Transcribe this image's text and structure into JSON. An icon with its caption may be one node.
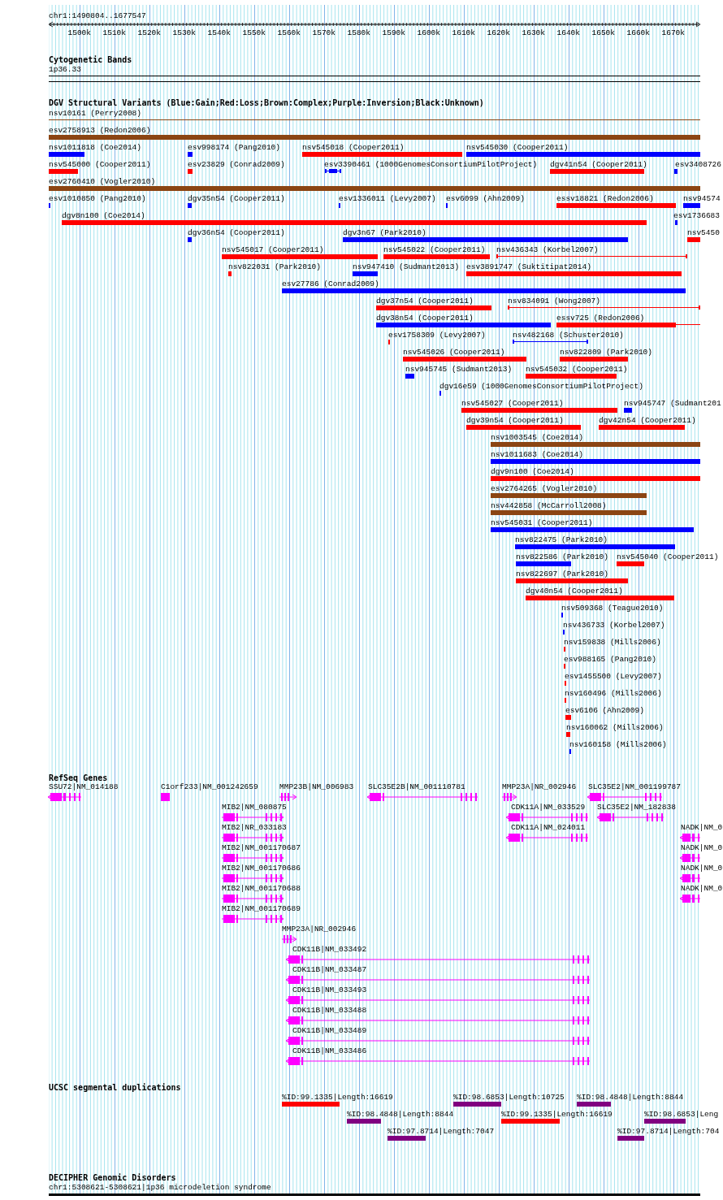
{
  "diagram": {
    "labels": [
      "chr1:1490804..1677547",
      "1500k",
      "1510k",
      "1520k",
      "1530k",
      "1540k",
      "1550k",
      "1560k",
      "1570k",
      "1580k",
      "1590k",
      "1600k",
      "1610k",
      "1620k",
      "1630k",
      "1640k",
      "1650k",
      "1660k",
      "1670k",
      "Cytogenetic Bands",
      "1p36.33",
      "DGV Structural Variants (Blue:Gain;Red:Loss;Brown:Complex;Purple:Inversion;Black:Unknown)",
      "nsv10161 (Perry2008)",
      "esv2758913 (Redon2006)",
      "nsv1011818 (Coe2014)",
      "esv998174 (Pang2010)",
      "nsv545018 (Cooper2011)",
      "nsv545030 (Cooper2011)",
      "nsv545000 (Cooper2011)",
      "esv23829 (Conrad2009)",
      "esv3390461 (1000GenomesConsortiumPilotProject)",
      "dgv41n54 (Cooper2011)",
      "esv3408726",
      "esv2760410 (Vogler2010)",
      "esv1010850 (Pang2010)",
      "dgv35n54 (Cooper2011)",
      "esv1336011 (Levy2007)",
      "esv6099 (Ahn2009)",
      "essv18821 (Redon2006)",
      "nsv94574",
      "dgv8n100 (Coe2014)",
      "esv1736683",
      "dgv36n54 (Cooper2011)",
      "dgv3n67 (Park2010)",
      "nsv5450",
      "nsv545017 (Cooper2011)",
      "nsv545022 (Cooper2011)",
      "nsv436343 (Korbel2007)",
      "nsv822031 (Park2010)",
      "nsv947410 (Sudmant2013)",
      "esv3891747 (Suktitipat2014)",
      "esv27786 (Conrad2009)",
      "dgv37n54 (Cooper2011)",
      "nsv834091 (Wong2007)",
      "dgv38n54 (Cooper2011)",
      "essv725 (Redon2006)",
      "esv1758309 (Levy2007)",
      "nsv482168 (Schuster2010)",
      "nsv545026 (Cooper2011)",
      "nsv822809 (Park2010)",
      "nsv945745 (Sudmant2013)",
      "nsv545032 (Cooper2011)",
      "dgv16e59 (1000GenomesConsortiumPilotProject)",
      "nsv545027 (Cooper2011)",
      "nsv945747 (Sudmant201",
      "dgv39n54 (Cooper2011)",
      "dgv42n54 (Cooper2011)",
      "nsv1003545 (Coe2014)",
      "nsv1011683 (Coe2014)",
      "dgv9n100 (Coe2014)",
      "esv2764265 (Vogler2010)",
      "nsv442858 (McCarroll2008)",
      "nsv545031 (Cooper2011)",
      "nsv822475 (Park2010)",
      "nsv822586 (Park2010)",
      "nsv545040 (Cooper2011)",
      "nsv822697 (Park2010)",
      "dgv40n54 (Cooper2011)",
      "nsv509368 (Teague2010)",
      "nsv436733 (Korbel2007)",
      "nsv159838 (Mills2006)",
      "esv988165 (Pang2010)",
      "esv1455500 (Levy2007)",
      "nsv160496 (Mills2006)",
      "esv6106 (Ahn2009)",
      "nsv160062 (Mills2006)",
      "nsv160158 (Mills2006)",
      "RefSeq Genes",
      "SSU72|NM_014188",
      "C1orf233|NM_001242659",
      "MMP23B|NM_006983",
      "SLC35E2B|NM_001110781",
      "MMP23A|NR_002946",
      "SLC35E2|NM_001199787",
      "MIB2|NM_080875",
      "CDK11A|NM_033529",
      "SLC35E2|NM_182838",
      "MIB2|NR_033183",
      "CDK11A|NM_024011",
      "NADK|NM_0",
      "MIB2|NM_001170687",
      "NADK|NM_0",
      "MIB2|NM_001170686",
      "NADK|NM_0",
      "MIB2|NM_001170688",
      "NADK|NM_0",
      "MIB2|NM_001170689",
      "MMP23A|NR_002946",
      "CDK11B|NM_033492",
      "CDK11B|NM_033487",
      "CDK11B|NM_033493",
      "CDK11B|NM_033488",
      "CDK11B|NM_033489",
      "CDK11B|NM_033486",
      "UCSC segmental duplications",
      "%ID:99.1335|Length:16619",
      "%ID:98.6853|Length:10725",
      "%ID:98.4848|Length:8844",
      "%ID:98.4848|Length:8844",
      "%ID:99.1335|Length:16619",
      "%ID:98.6853|Leng",
      "%ID:97.8714|Length:7047",
      "%ID:97.8714|Length:704",
      "DECIPHER Genomic Disorders",
      "chr1:5308621-5308621|1p36 microdeletion syndrome"
    ]
  }
}
